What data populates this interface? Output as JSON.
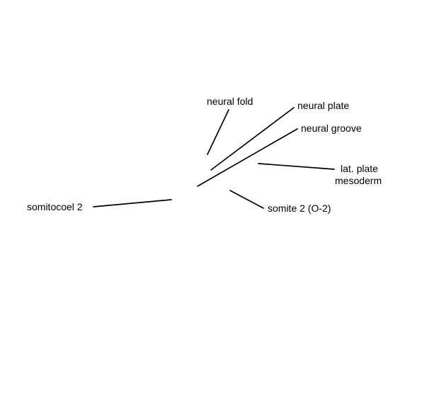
{
  "diagram": {
    "labels": {
      "neural_fold": "neural fold",
      "neural_plate": "neural plate",
      "neural_groove": "neural groove",
      "lat_plate_line1": "lat. plate",
      "lat_plate_line2": "mesoderm",
      "somite_2": "somite 2 (O-2)",
      "somitocoel_2": "somitocoel 2"
    },
    "colors": {
      "background": "#ffffff",
      "line": "#000000",
      "text": "#000000"
    }
  }
}
